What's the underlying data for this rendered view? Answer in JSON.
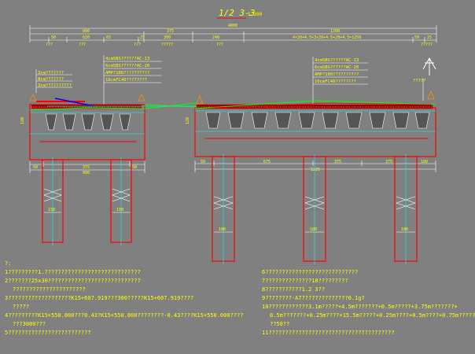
{
  "drawing": {
    "title": "1/2 3-3",
    "scale": "1:100",
    "top_dims": {
      "overall": "4000",
      "left_total": "800",
      "left_mid": "375",
      "right_part": "1200",
      "right_span": "4×20+4.5+3×20+4.5+20+4.5=1250",
      "seg_50": "50",
      "seg_620": "620",
      "seg_65": "65",
      "seg_25": "25",
      "seg_300": "300",
      "seg_240": "240",
      "right_small_a": "50",
      "right_small_b": "25",
      "q_a": "???",
      "q_b": "???",
      "q_c": "???",
      "q_d": "?????",
      "q_e": "???",
      "q_f": "?????"
    },
    "left_legend": [
      "3cm???????",
      "8cm???????",
      "3cm??????????"
    ],
    "mid_legend": [
      "4cmSBS??????AC-13",
      "6cmSBS??????AC-20",
      "AMP?100??????????",
      "10cmFC40????????"
    ],
    "right_legend": [
      "4cmSBS??????AC-13",
      "6cmSBS??????AC-20",
      "AMP?100??????????",
      "10cmFC40????????"
    ],
    "right_marker": "?????",
    "left_label": "120",
    "right_label": "120",
    "bottom_dims_left": {
      "a": "50",
      "b": "375",
      "c": "50",
      "total": "800"
    },
    "bottom_dims_right": {
      "a": "50",
      "b": "675",
      "c": "375",
      "d": "375",
      "e": "100",
      "total": "1225"
    },
    "pile_labels": [
      "150",
      "150",
      "180",
      "180",
      "180"
    ]
  },
  "notes": {
    "left_title": "?:",
    "left": [
      "1?????????1.?????????????????????????????",
      "2???????25x30????????????????????????????",
      "    ??????????????????????",
      "3???????????????????K15+607.919???300?????K15+607.919????",
      "    ?????",
      "4?????????K15+550.000???0.43?K15+550.000????????-0.43????K15+550.000????",
      "    ???3000???",
      "5?????????????????????????"
    ],
    "right": [
      "6????????????????????????????",
      "7??????????????18?????????",
      "8???????????1.2 3??",
      "9????????-A7??????????????0.1g?",
      "10????????????3.1m?????+4.5m???????+0.5m?????+3.75m???????+",
      "    0.5m???????+0.25m????+15.5m?????+0.25m????+0.5m????+0.75m?????",
      "    ??50??",
      "11??????????????????????????????????????"
    ]
  }
}
